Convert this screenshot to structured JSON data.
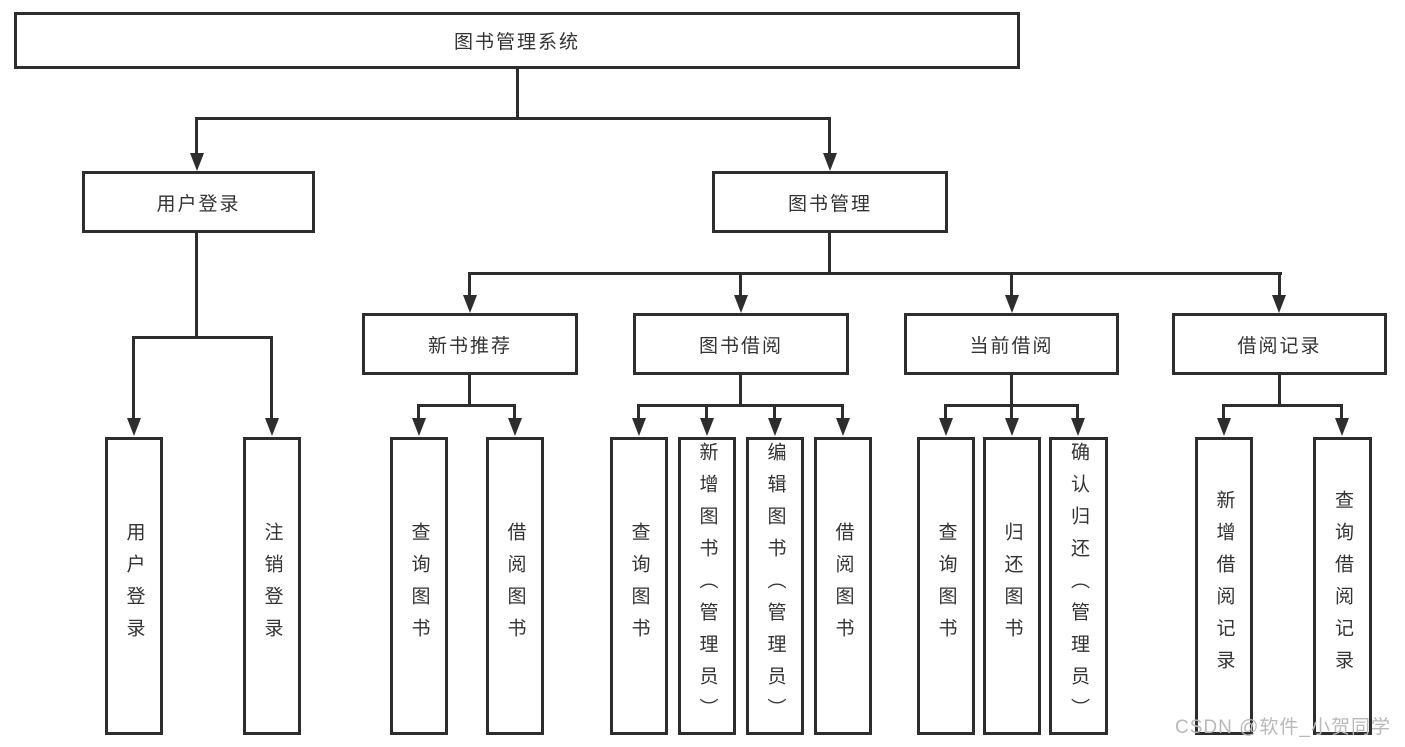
{
  "diagram": {
    "title": "图书管理系统",
    "branches": [
      {
        "label": "用户登录",
        "leaves": [
          "用户登录",
          "注销登录"
        ]
      },
      {
        "label": "图书管理",
        "sections": [
          {
            "label": "新书推荐",
            "leaves": [
              "查询图书",
              "借阅图书"
            ]
          },
          {
            "label": "图书借阅",
            "leaves": [
              "查询图书",
              "新增图书（管理员）",
              "编辑图书（管理员）",
              "借阅图书"
            ]
          },
          {
            "label": "当前借阅",
            "leaves": [
              "查询图书",
              "归还图书",
              "确认归还（管理员）"
            ]
          },
          {
            "label": "借阅记录",
            "leaves": [
              "新增借阅记录",
              "查询借阅记录"
            ]
          }
        ]
      }
    ]
  },
  "watermark": {
    "text": "CSDN @软件_小贺同学"
  },
  "colors": {
    "line": "#2d2d2d",
    "text": "#333333",
    "watermark": "#b9b9b9",
    "background": "#ffffff"
  }
}
